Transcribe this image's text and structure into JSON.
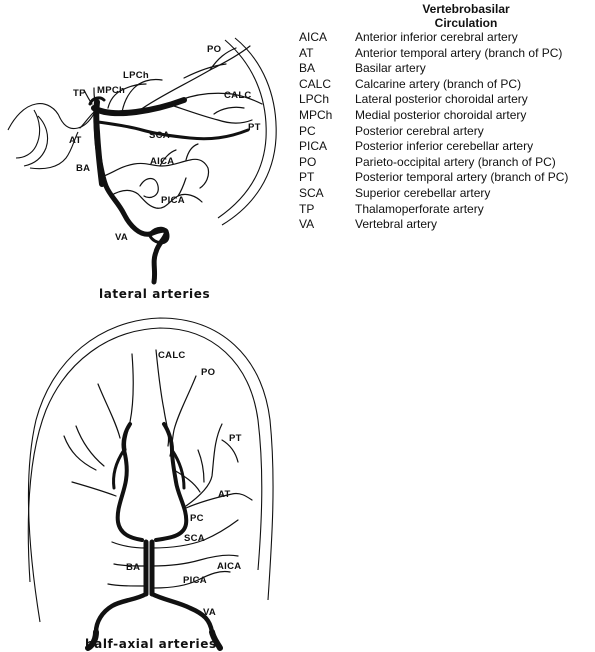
{
  "legend": {
    "title_line1": "Vertebrobasilar",
    "title_line2": "Circulation",
    "items": [
      {
        "abbr": "AICA",
        "desc": "Anterior inferior cerebral artery"
      },
      {
        "abbr": "AT",
        "desc": "Anterior temporal artery (branch of PC)"
      },
      {
        "abbr": "BA",
        "desc": "Basilar artery"
      },
      {
        "abbr": "CALC",
        "desc": "Calcarine artery (branch of PC)"
      },
      {
        "abbr": "LPCh",
        "desc": "Lateral posterior choroidal artery"
      },
      {
        "abbr": "MPCh",
        "desc": "Medial posterior choroidal artery"
      },
      {
        "abbr": "PC",
        "desc": "Posterior cerebral artery"
      },
      {
        "abbr": "PICA",
        "desc": "Posterior inferior cerebellar artery"
      },
      {
        "abbr": "PO",
        "desc": "Parieto-occipital artery (branch of PC)"
      },
      {
        "abbr": "PT",
        "desc": "Posterior temporal artery (branch of PC)"
      },
      {
        "abbr": "SCA",
        "desc": "Superior cerebellar artery"
      },
      {
        "abbr": "TP",
        "desc": "Thalamoperforate artery"
      },
      {
        "abbr": "VA",
        "desc": "Vertebral artery"
      }
    ]
  },
  "lateral": {
    "caption": "lateral arteries",
    "labels": {
      "po": "PO",
      "lpch": "LPCh",
      "tp": "TP",
      "mpch": "MPCh",
      "calc": "CALC",
      "pt": "PT",
      "at": "AT",
      "sca": "SCA",
      "ba": "BA",
      "aica": "AICA",
      "pica": "PICA",
      "va": "VA"
    }
  },
  "axial": {
    "caption": "half-axial arteries",
    "labels": {
      "calc": "CALC",
      "po": "PO",
      "pt": "PT",
      "at": "AT",
      "pc": "PC",
      "sca": "SCA",
      "ba": "BA",
      "aica": "AICA",
      "pica": "PICA",
      "va": "VA"
    }
  }
}
